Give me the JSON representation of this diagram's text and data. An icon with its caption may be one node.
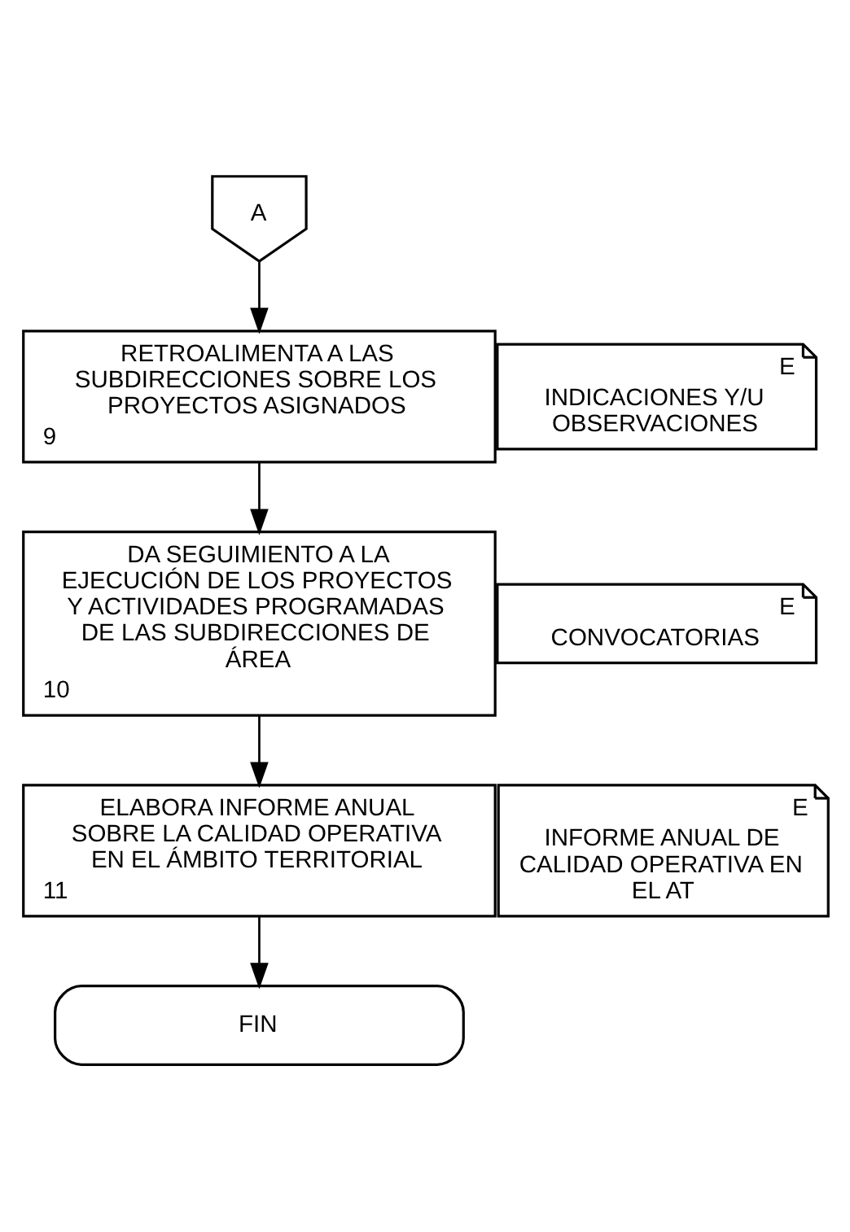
{
  "diagram": {
    "nodes": [
      {
        "text": [
          "A"
        ]
      },
      {
        "text": [
          "RETROALIMENTA A LAS SUBDIRECCIONES SOBRE LOS PROYECTOS ASIGNADOS",
          "9"
        ]
      },
      {
        "text": [
          "E",
          "INDICACIONES Y/U OBSERVACIONES"
        ]
      },
      {
        "text": [
          "DA SEGUIMIENTO A LA EJECUCIÓN DE LOS PROYECTOS Y ACTIVIDADES PROGRAMADAS DE LAS SUBDIRECCIONES DE ÁREA",
          "10"
        ]
      },
      {
        "text": [
          "E",
          "CONVOCATORIAS"
        ]
      },
      {
        "text": [
          "ELABORA INFORME ANUAL SOBRE LA CALIDAD OPERATIVA EN EL ÁMBITO TERRITORIAL",
          "11"
        ]
      },
      {
        "text": [
          "E",
          "INFORME ANUAL DE CALIDAD OPERATIVA EN EL AT"
        ]
      },
      {
        "text": [
          "FIN"
        ]
      }
    ],
    "edges": [
      {
        "from": 0,
        "to": 1,
        "arrow": "to"
      },
      {
        "from": 1,
        "to": 3,
        "arrow": "to"
      },
      {
        "from": 3,
        "to": 5,
        "arrow": "to"
      },
      {
        "from": 5,
        "to": 7,
        "arrow": "to"
      }
    ]
  }
}
